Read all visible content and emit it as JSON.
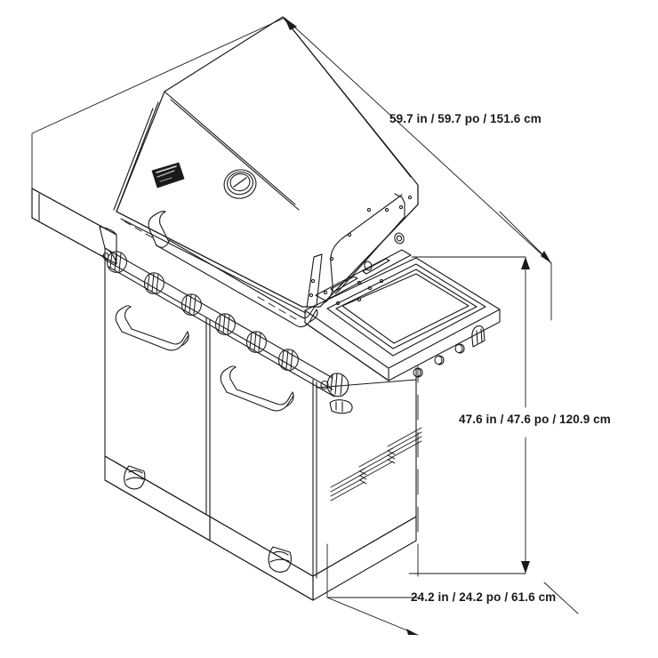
{
  "document": {
    "type": "technical-line-drawing",
    "subject": "6-burner gas grill on cart with side burner",
    "projection": "isometric",
    "background_color": "#ffffff",
    "line_color": "#1a1a1a"
  },
  "dimensions": {
    "width": {
      "name": "overall-width",
      "label": "59.7 in / 59.7 po / 151.6 cm",
      "value_in": 59.7,
      "value_po": 59.7,
      "value_cm": 151.6
    },
    "height": {
      "name": "overall-height",
      "label": "47.6 in / 47.6 po / 120.9 cm",
      "value_in": 47.6,
      "value_po": 47.6,
      "value_cm": 120.9
    },
    "depth": {
      "name": "overall-depth",
      "label": "24.2 in / 24.2 po / 61.6 cm",
      "value_in": 24.2,
      "value_po": 24.2,
      "value_cm": 61.6
    }
  },
  "product_features": {
    "lid": "hinged-dome-lid",
    "badge": "brand-badge-plate",
    "gauge": "lid-temperature-gauge",
    "lid_handle": "lid-bar-handle",
    "control_knobs_count": 6,
    "cabinet_doors_count": 2,
    "door_handles_count": 2,
    "side_burner": "right-side-burner-with-lid",
    "side_burner_knob": "side-burner-control-knob",
    "ignition": "left-ignition-button",
    "tool_hooks_count": 3,
    "vent_louver_groups": 3,
    "casters_count": 2,
    "base_rail": "bottom-base-rail"
  }
}
